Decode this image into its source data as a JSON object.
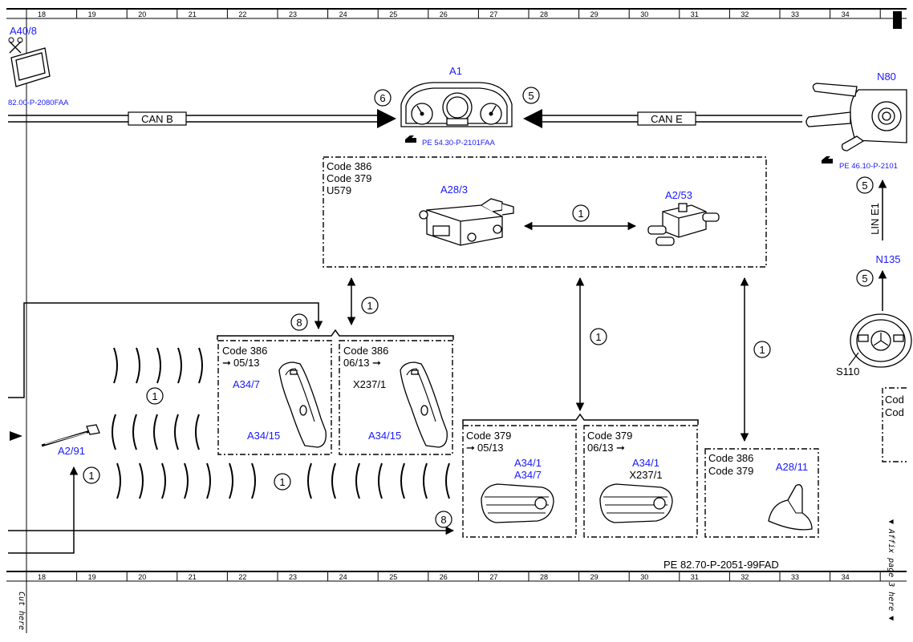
{
  "ruler": {
    "numbers": [
      "18",
      "19",
      "20",
      "21",
      "22",
      "23",
      "24",
      "25",
      "26",
      "27",
      "28",
      "29",
      "30",
      "31",
      "32",
      "33",
      "34"
    ]
  },
  "components": {
    "a40_8": {
      "id": "A40/8",
      "ref": "82.00-P-2080FAA"
    },
    "a1": {
      "id": "A1",
      "ref": "PE 54.30-P-2101FAA"
    },
    "n80": {
      "id": "N80",
      "ref": "PE 46.10-P-2101"
    },
    "n135": {
      "id": "N135"
    },
    "s110": {
      "id": "S110"
    },
    "a28_3": {
      "id": "A28/3"
    },
    "a2_53": {
      "id": "A2/53"
    },
    "a2_91": {
      "id": "A2/91"
    },
    "a28_11": {
      "id": "A28/11"
    }
  },
  "buses": {
    "can_b": "CAN B",
    "can_e": "CAN E",
    "lin_e1": "LIN E1"
  },
  "groups": {
    "top": {
      "line1": "Code 386",
      "line2": "Code 379",
      "line3": "U579"
    },
    "key1": {
      "code": "Code 386",
      "date": "05/13",
      "id1": "A34/7",
      "id2": "A34/15"
    },
    "key2": {
      "code": "Code 386",
      "date": "06/13",
      "id1": "X237/1",
      "id2": "A34/15"
    },
    "key3": {
      "code": "Code 379",
      "date": "05/13",
      "id1": "A34/1",
      "id2": "A34/7"
    },
    "key4": {
      "code": "Code 379",
      "date": "06/13",
      "id1": "A34/1",
      "id2": "X237/1"
    },
    "antenna": {
      "line1": "Code 386",
      "line2": "Code 379",
      "id": "A28/11"
    },
    "cutoff": {
      "line1": "Cod",
      "line2": "Cod"
    }
  },
  "markers": {
    "m1": "1",
    "m5": "5",
    "m6": "6",
    "m8": "8"
  },
  "footer": {
    "doc_ref": "PE 82.70-P-2051-99FAD",
    "cut_here": "Cut here",
    "affix": "▼ Affix page 3 here ▼"
  }
}
